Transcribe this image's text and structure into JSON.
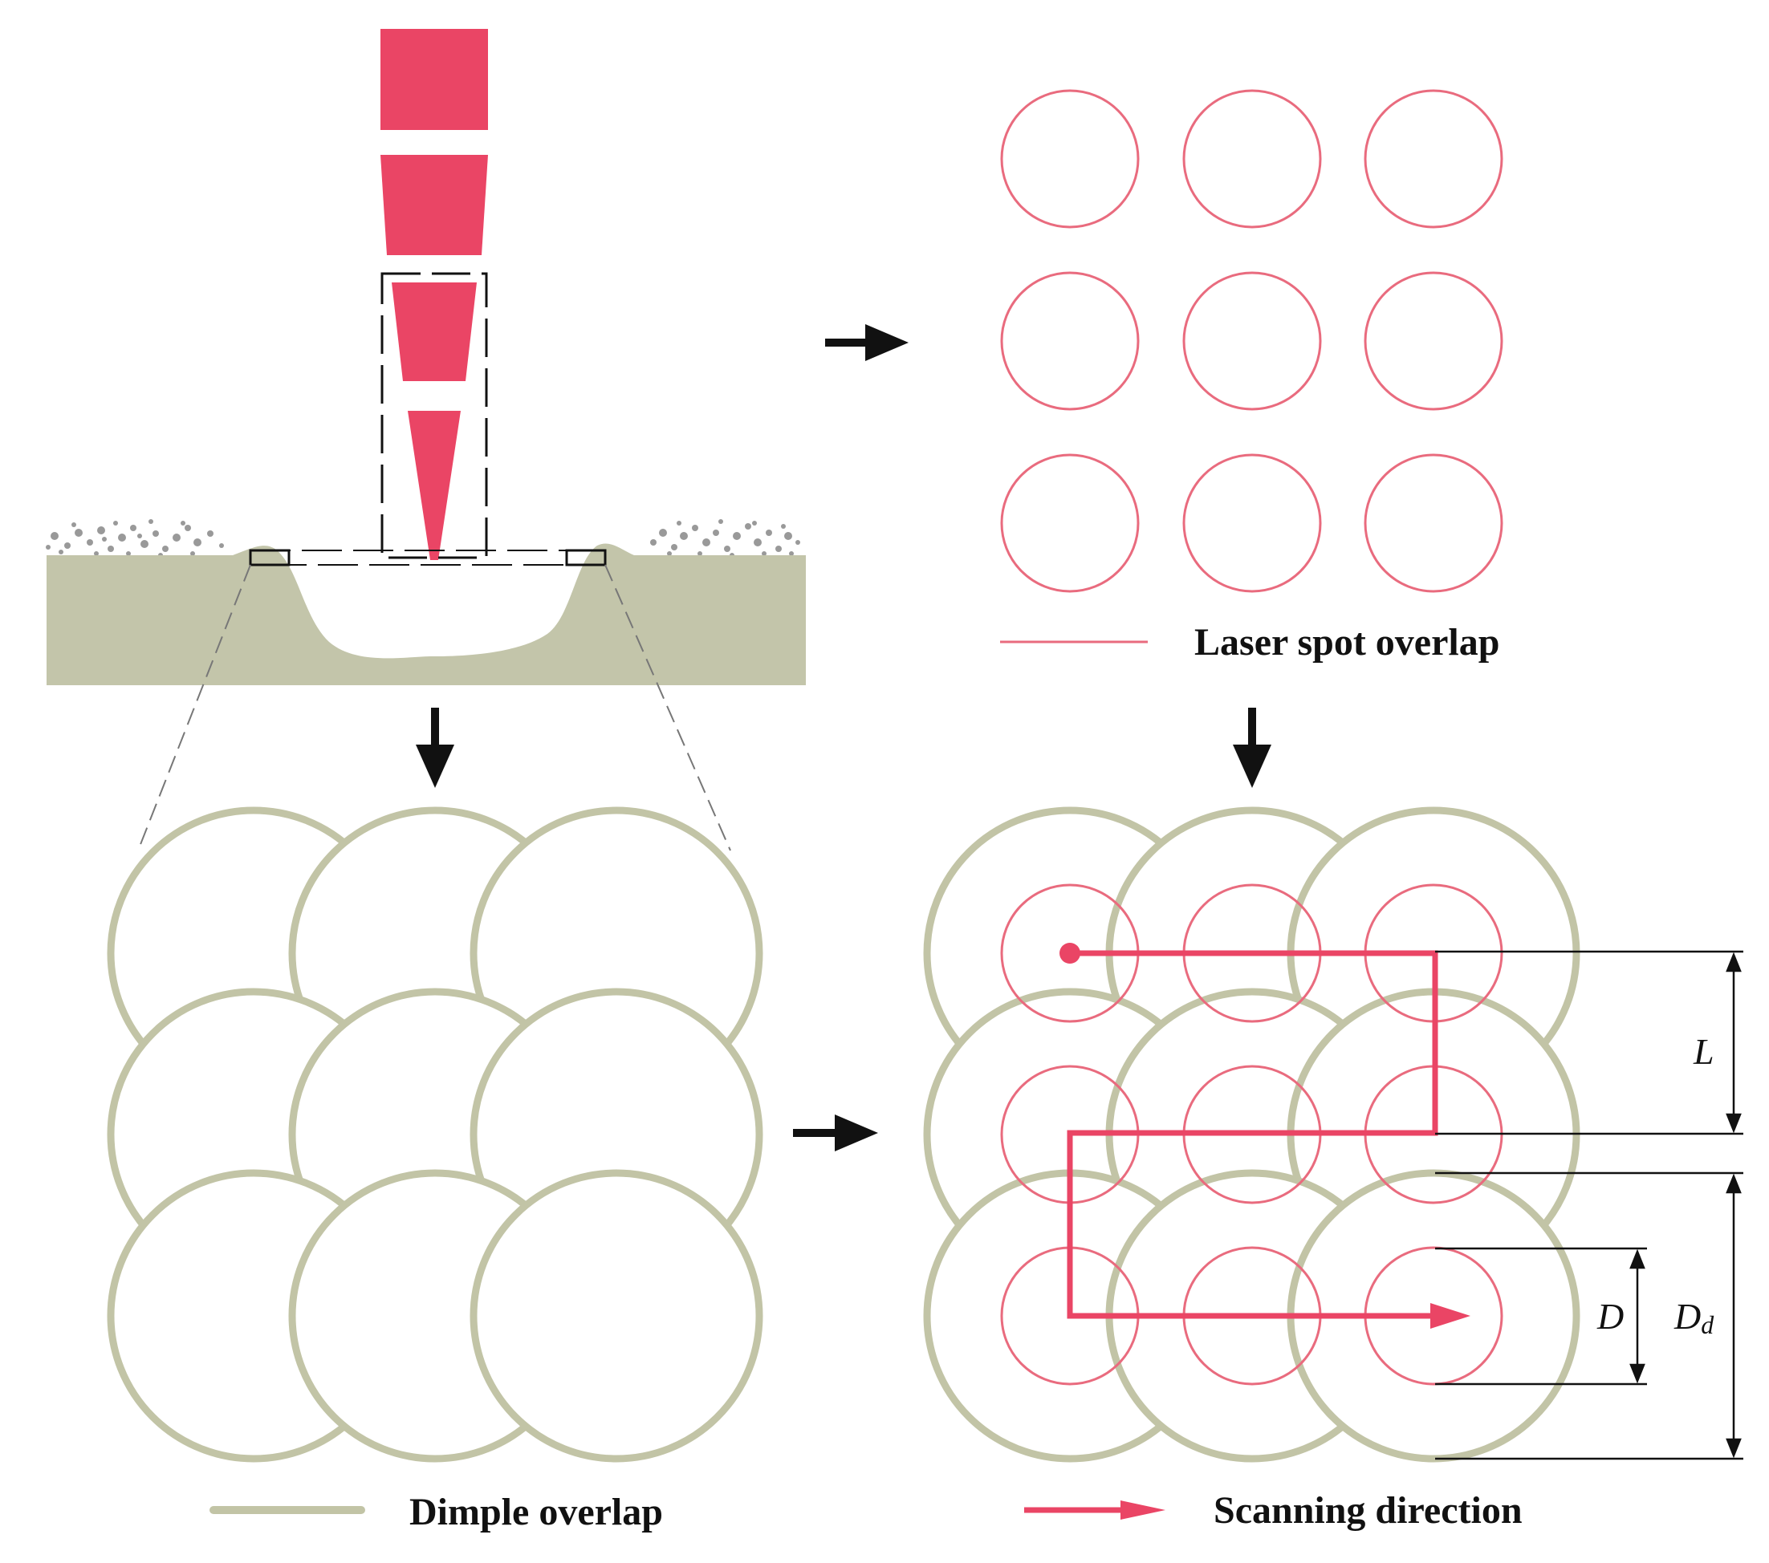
{
  "colors": {
    "laser": "#ea4565",
    "spot": "#e96b7e",
    "dimple": "#c2c4a6",
    "substrate": "#c3c5aa",
    "ink": "#111111",
    "powder": "#999999"
  },
  "legend": {
    "laser_spot": "Laser spot overlap",
    "dimple": "Dimple overlap",
    "scanning": "Scanning direction"
  },
  "dimensions": {
    "L": "L",
    "D": "D",
    "Dd_main": "D",
    "Dd_sub": "d"
  }
}
